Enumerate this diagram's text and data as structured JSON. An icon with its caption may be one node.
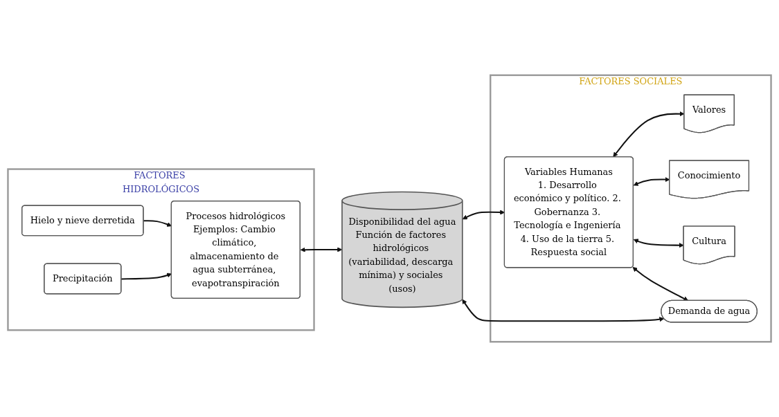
{
  "diagram": {
    "nodes": [
      {
        "text": [
          "FACTORES HIDROLÓGICOS"
        ]
      },
      {
        "text": [
          "Hielo y nieve derretida"
        ],
        "in": 0
      },
      {
        "text": [
          "Precipitación"
        ],
        "in": 0
      },
      {
        "text": [
          "Procesos hidrológicos",
          "Ejemplos: Cambio climático, almacenamiento de agua subterránea, evapotranspiración"
        ],
        "in": 0
      },
      {
        "text": [
          "FACTORES SOCIALES"
        ]
      },
      {
        "text": [
          "Disponibilidad del agua",
          "Función de factores hidrológicos (variabilidad, descarga mínima) y sociales (usos)"
        ]
      },
      {
        "text": [
          "Variables Humanas",
          "1. Desarrollo económico y político. 2. Gobernanza 3. Tecnología e Ingeniería 4. Uso de la tierra 5. Respuesta social"
        ],
        "in": 4
      },
      {
        "text": [
          "Valores"
        ],
        "in": 4
      },
      {
        "text": [
          "Conocimiento"
        ],
        "in": 4
      },
      {
        "text": [
          "Cultura"
        ],
        "in": 4
      },
      {
        "text": [
          "Demanda de agua"
        ],
        "in": 4
      }
    ],
    "edges": [
      {
        "from": 1,
        "to": 3,
        "arrow": "to"
      },
      {
        "from": 2,
        "to": 3,
        "arrow": "to"
      },
      {
        "from": 3,
        "to": 5,
        "arrow": "both"
      },
      {
        "from": 5,
        "to": 6,
        "arrow": "both"
      },
      {
        "from": 6,
        "to": 7,
        "arrow": "both"
      },
      {
        "from": 6,
        "to": 8,
        "arrow": "both"
      },
      {
        "from": 6,
        "to": 9,
        "arrow": "both"
      },
      {
        "from": 6,
        "to": 10,
        "arrow": "both"
      },
      {
        "from": 5,
        "to": 10,
        "arrow": "both"
      }
    ]
  }
}
